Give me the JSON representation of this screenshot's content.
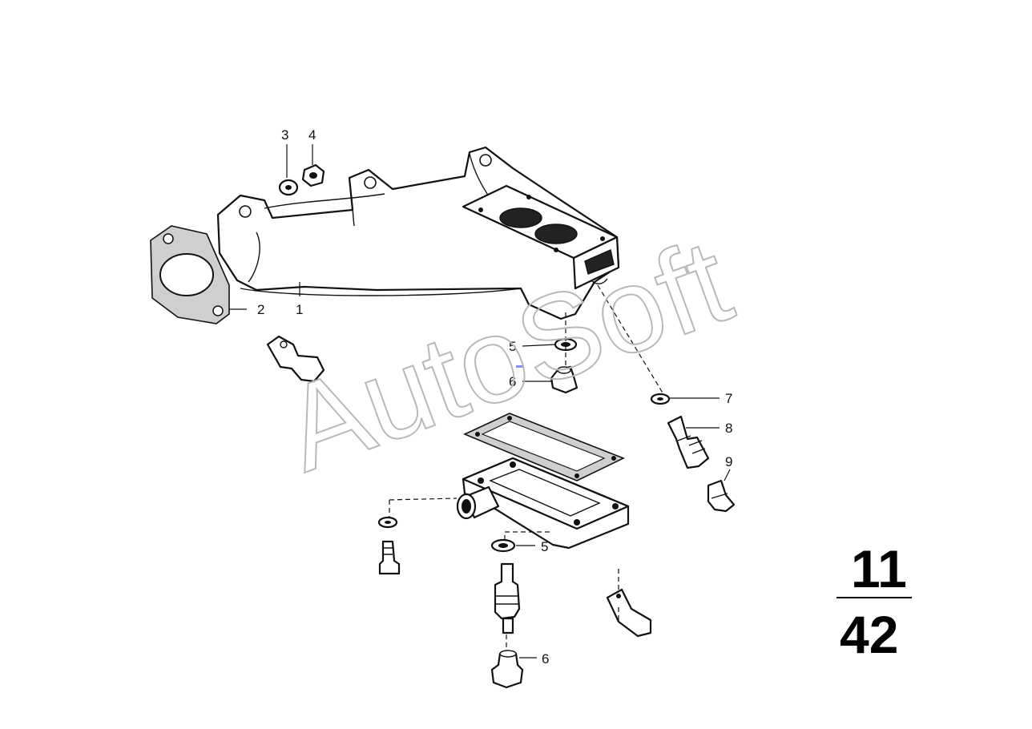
{
  "callouts": {
    "c1": "1",
    "c2": "2",
    "c3": "3",
    "c4": "4",
    "c5a": "5",
    "c5b": "5",
    "c6a": "6",
    "c6b": "6",
    "c7": "7",
    "c8": "8",
    "c9": "9"
  },
  "watermark": "AutoSoft",
  "page_code": {
    "group": "11",
    "number": "42"
  }
}
